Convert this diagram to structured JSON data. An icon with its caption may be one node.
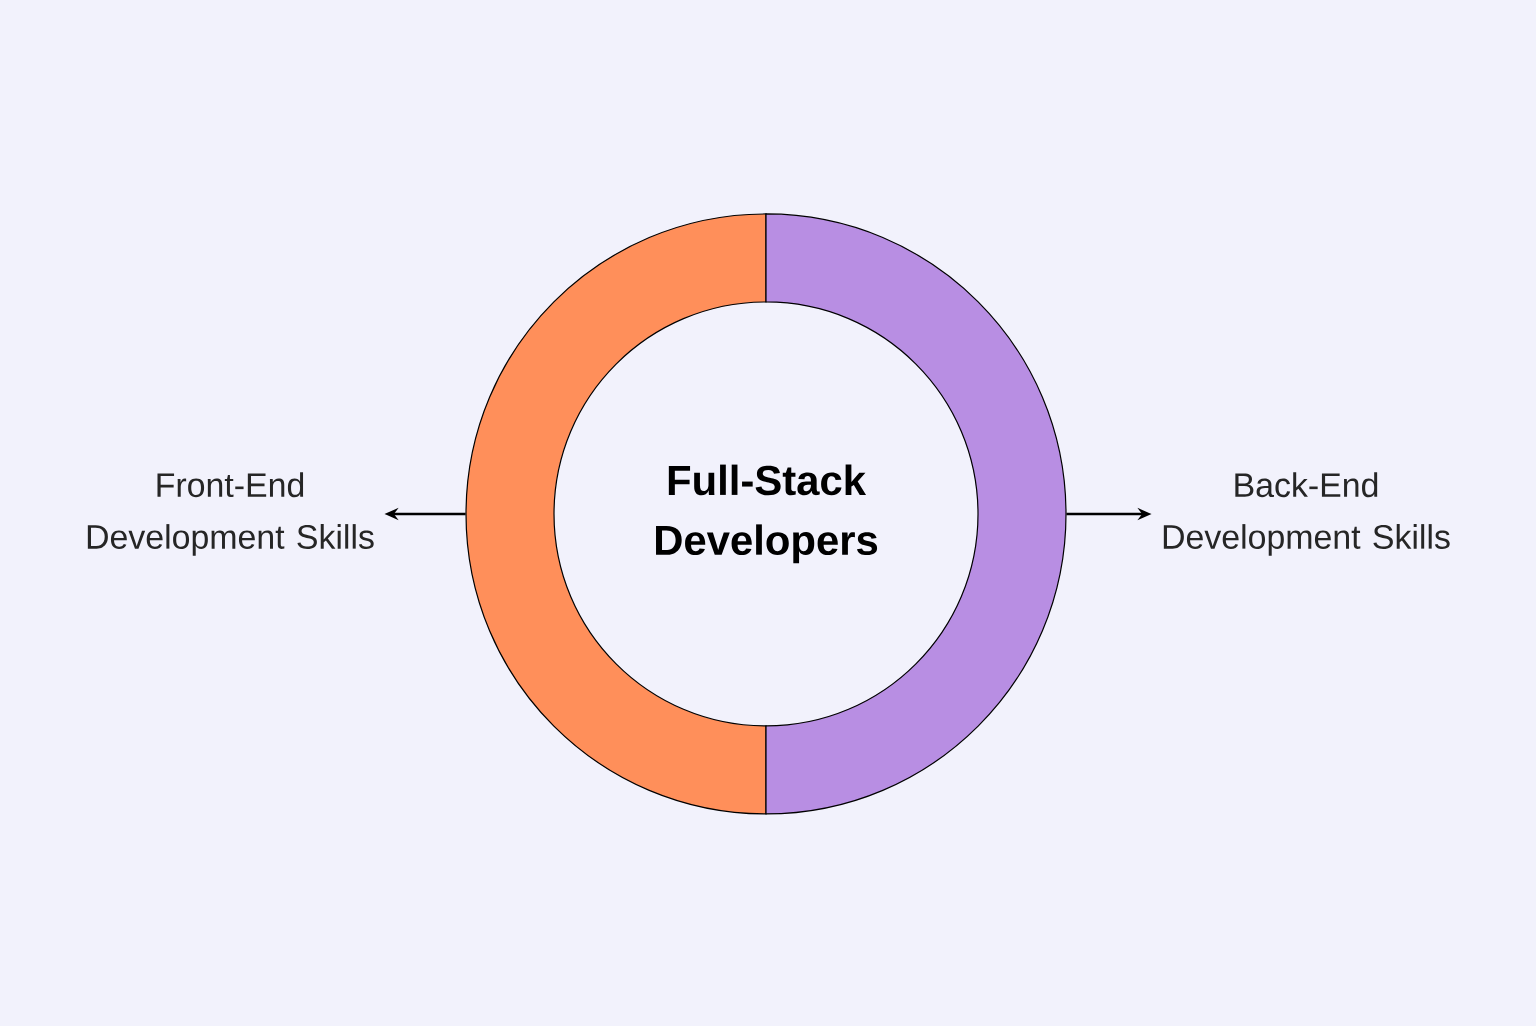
{
  "diagram": {
    "nodes": [
      {
        "text": [
          "Full-Stack Developers"
        ]
      },
      {
        "text": [
          "Front-End Development Skills"
        ]
      },
      {
        "text": [
          "Back-End Development Skills"
        ]
      }
    ],
    "edges": [
      {
        "from": 0,
        "to": 1,
        "arrow": "to"
      },
      {
        "from": 0,
        "to": 2,
        "arrow": "to"
      }
    ]
  }
}
